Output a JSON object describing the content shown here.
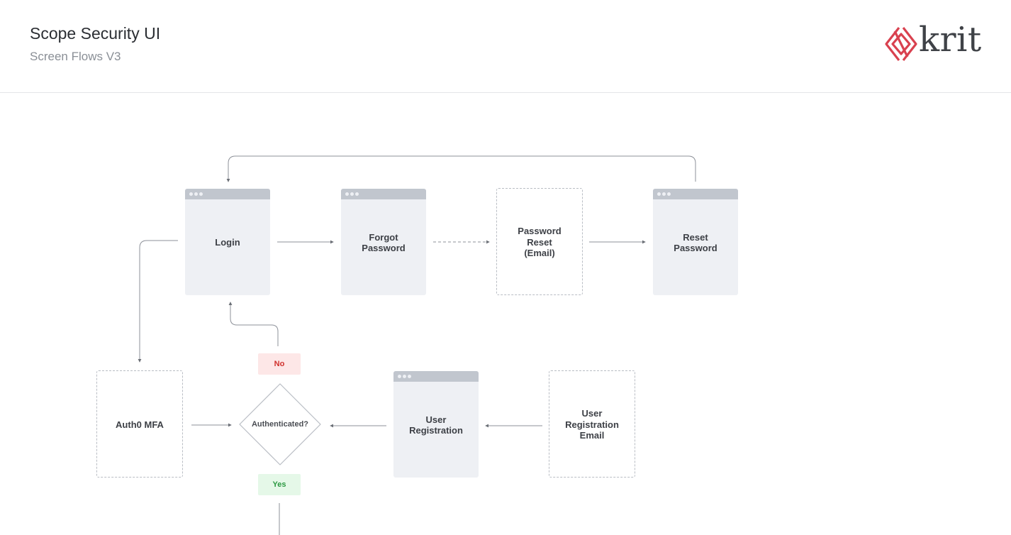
{
  "header": {
    "title": "Scope Security UI",
    "subtitle": "Screen Flows V3",
    "logo_text": "krit",
    "brand_color": "#d9414f"
  },
  "nodes": {
    "login": "Login",
    "forgot_password": "Forgot\nPassword",
    "password_reset_email": "Password\nReset\n(Email)",
    "reset_password": "Reset\nPassword",
    "auth0_mfa": "Auth0 MFA",
    "user_registration": "User\nRegistration",
    "user_registration_email": "User\nRegistration\nEmail"
  },
  "decision": {
    "label": "Authenticated?",
    "no_label": "No",
    "yes_label": "Yes",
    "no_color": "#d0312d",
    "yes_color": "#2d9a43"
  }
}
